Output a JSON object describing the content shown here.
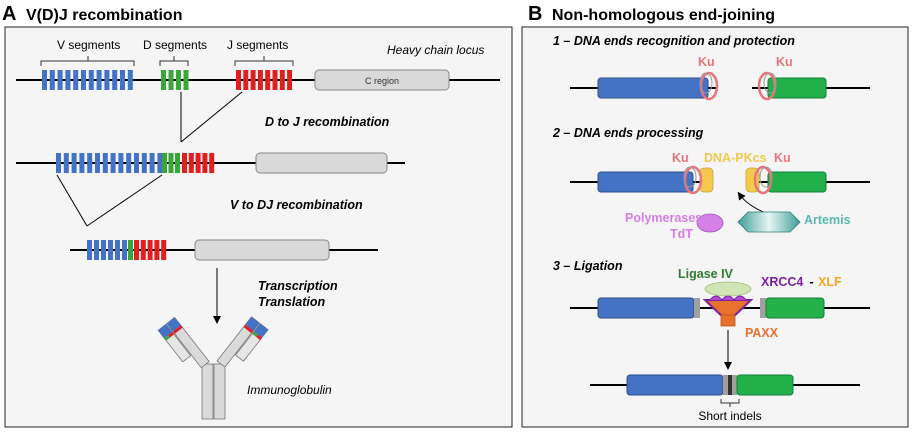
{
  "colors": {
    "v_segment": "#4472C4",
    "d_segment": "#3AA63A",
    "j_segment": "#E02020",
    "c_region": "#D9D9D9",
    "green_end": "#22B04A",
    "ku": "#E8747C",
    "dna_pkcs": "#F2C94C",
    "polymerase": "#D77FE8",
    "artemis": "#5BB8B0",
    "ligase": "#CFE5B4",
    "xrcc4": "#7B1FA2",
    "xlf": "#F5A623",
    "paax": "#E8722B"
  },
  "panel_a": {
    "letter": "A",
    "title": "V(D)J recombination",
    "v_label": "V segments",
    "d_label": "D segments",
    "j_label": "J segments",
    "locus_label": "Heavy chain locus",
    "c_region_label": "C region",
    "d_to_j": "D to J recombination",
    "v_to_dj": "V to DJ recombination",
    "transcription": "Transcription",
    "translation": "Translation",
    "immunoglobulin": "Immunoglobulin"
  },
  "panel_b": {
    "letter": "B",
    "title": "Non-homologous end-joining",
    "step1": "1 – DNA ends recognition and protection",
    "step2": "2 – DNA ends processing",
    "step3": "3 – Ligation",
    "ku": "Ku",
    "dna_pkcs": "DNA-PKcs",
    "polymerases": "Polymerases",
    "tdt": "TdT",
    "artemis": "Artemis",
    "ligase_iv": "Ligase IV",
    "xrcc4": "XRCC4",
    "dash": " - ",
    "xlf": "XLF",
    "paxx": "PAXX",
    "short_indels": "Short indels"
  }
}
